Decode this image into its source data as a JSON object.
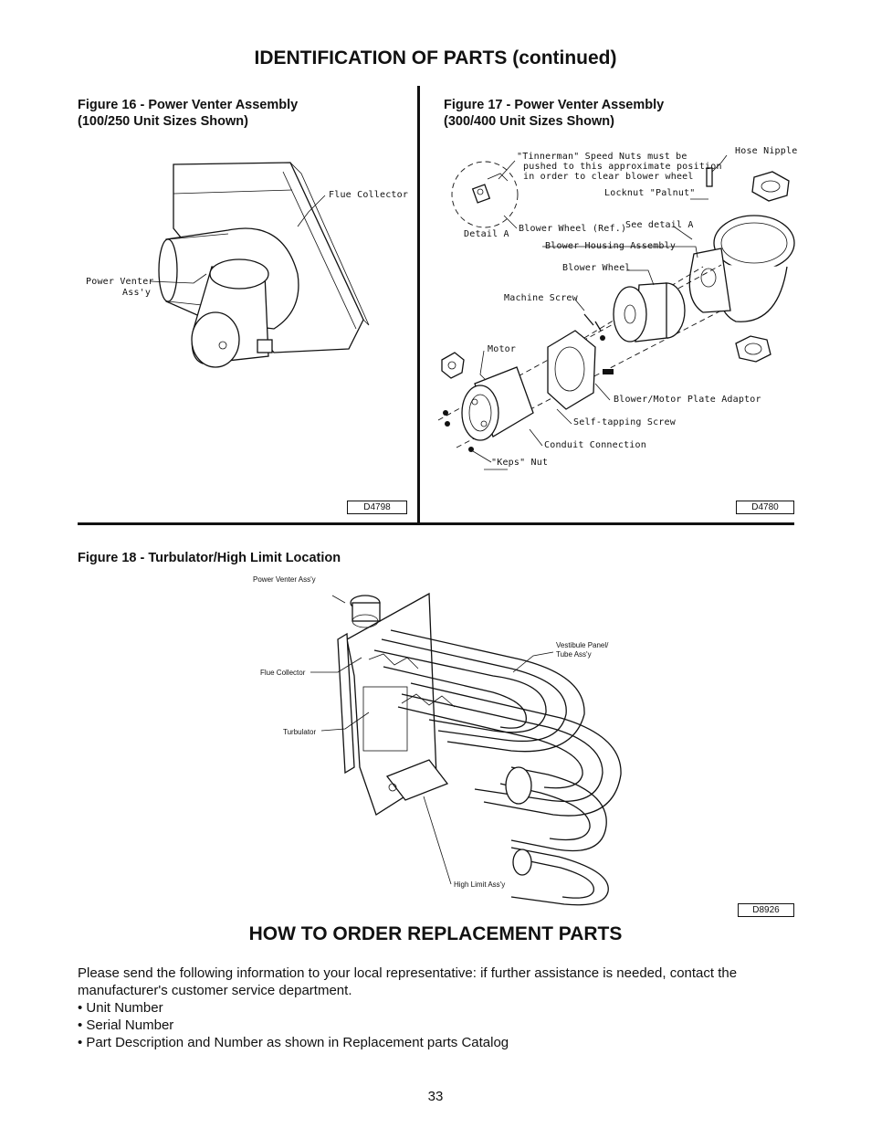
{
  "page": {
    "title": "IDENTIFICATION OF PARTS (continued)",
    "page_number": "33"
  },
  "figure16": {
    "caption_line1": "Figure 16 - Power Venter Assembly",
    "caption_line2": "(100/250 Unit Sizes Shown)",
    "label_flue_collector": "Flue Collector",
    "label_power_venter_1": "Power Venter",
    "label_power_venter_2": "Ass'y",
    "code": "D4798"
  },
  "figure17": {
    "caption_line1": "Figure 17 - Power Venter Assembly",
    "caption_line2": "(300/400 Unit Sizes Shown)",
    "label_tinnerman_1": "\"Tinnerman\" Speed Nuts must be",
    "label_tinnerman_2": "pushed to this approximate position",
    "label_tinnerman_3": "in order to clear blower wheel",
    "label_hose_nipple": "Hose Nipple",
    "label_locknut": "Locknut \"Palnut\"",
    "label_detail_a": "Detail A",
    "label_blower_wheel_ref": "Blower Wheel (Ref.)",
    "label_see_detail": "See detail A",
    "label_blower_housing": "Blower Housing Assembly",
    "label_blower_wheel": "Blower Wheel",
    "label_machine_screw": "Machine Screw",
    "label_motor": "Motor",
    "label_plate_adaptor": "Blower/Motor Plate Adaptor",
    "label_self_tapping": "Self-tapping Screw",
    "label_conduit": "Conduit Connection",
    "label_keps": "\"Keps\" Nut",
    "code": "D4780"
  },
  "figure18": {
    "caption": "Figure 18 - Turbulator/High Limit Location",
    "label_power_venter": "Power Venter Ass'y",
    "label_flue_collector": "Flue Collector",
    "label_turbulator": "Turbulator",
    "label_vestibule_1": "Vestibule Panel/",
    "label_vestibule_2": "Tube Ass'y",
    "label_high_limit": "High Limit Ass'y",
    "code": "D8926"
  },
  "order": {
    "heading": "HOW TO ORDER REPLACEMENT PARTS",
    "intro": "Please send the following information to your local representative: if further assistance is needed, contact the manufacturer's customer service department.",
    "items": [
      "• Unit Number",
      "• Serial Number",
      "• Part Description and Number as shown in Replacement parts Catalog"
    ]
  }
}
